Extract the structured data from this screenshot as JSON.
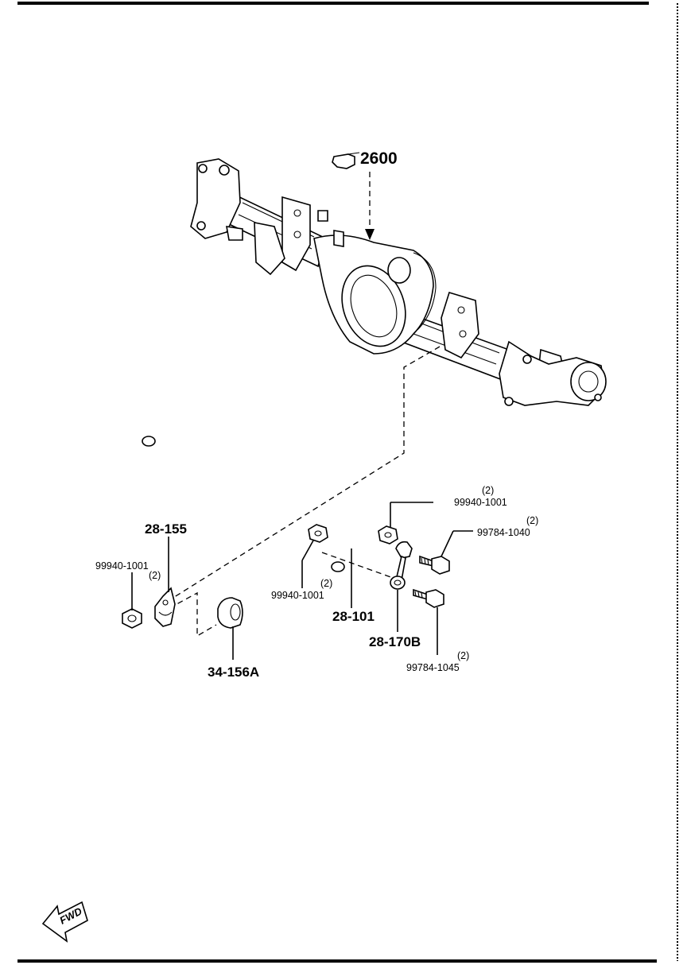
{
  "reference": {
    "label": "2600",
    "icon": "pointing-hand-icon"
  },
  "callouts": {
    "stabilizer_bar": "28-101",
    "clamp": "28-155",
    "bushing": "34-156A",
    "link": "28-170B",
    "nut_left": "99940-1001",
    "nut_left_qty": "(2)",
    "nut_center": "99940-1001",
    "nut_center_qty": "(2)",
    "nut_right": "99940-1001",
    "nut_right_qty": "(2)",
    "bolt_upper": "99784-1040",
    "bolt_upper_qty": "(2)",
    "bolt_lower": "99784-1045",
    "bolt_lower_qty": "(2)"
  },
  "direction": {
    "label": "FWD",
    "icon": "fwd-arrow-icon"
  }
}
